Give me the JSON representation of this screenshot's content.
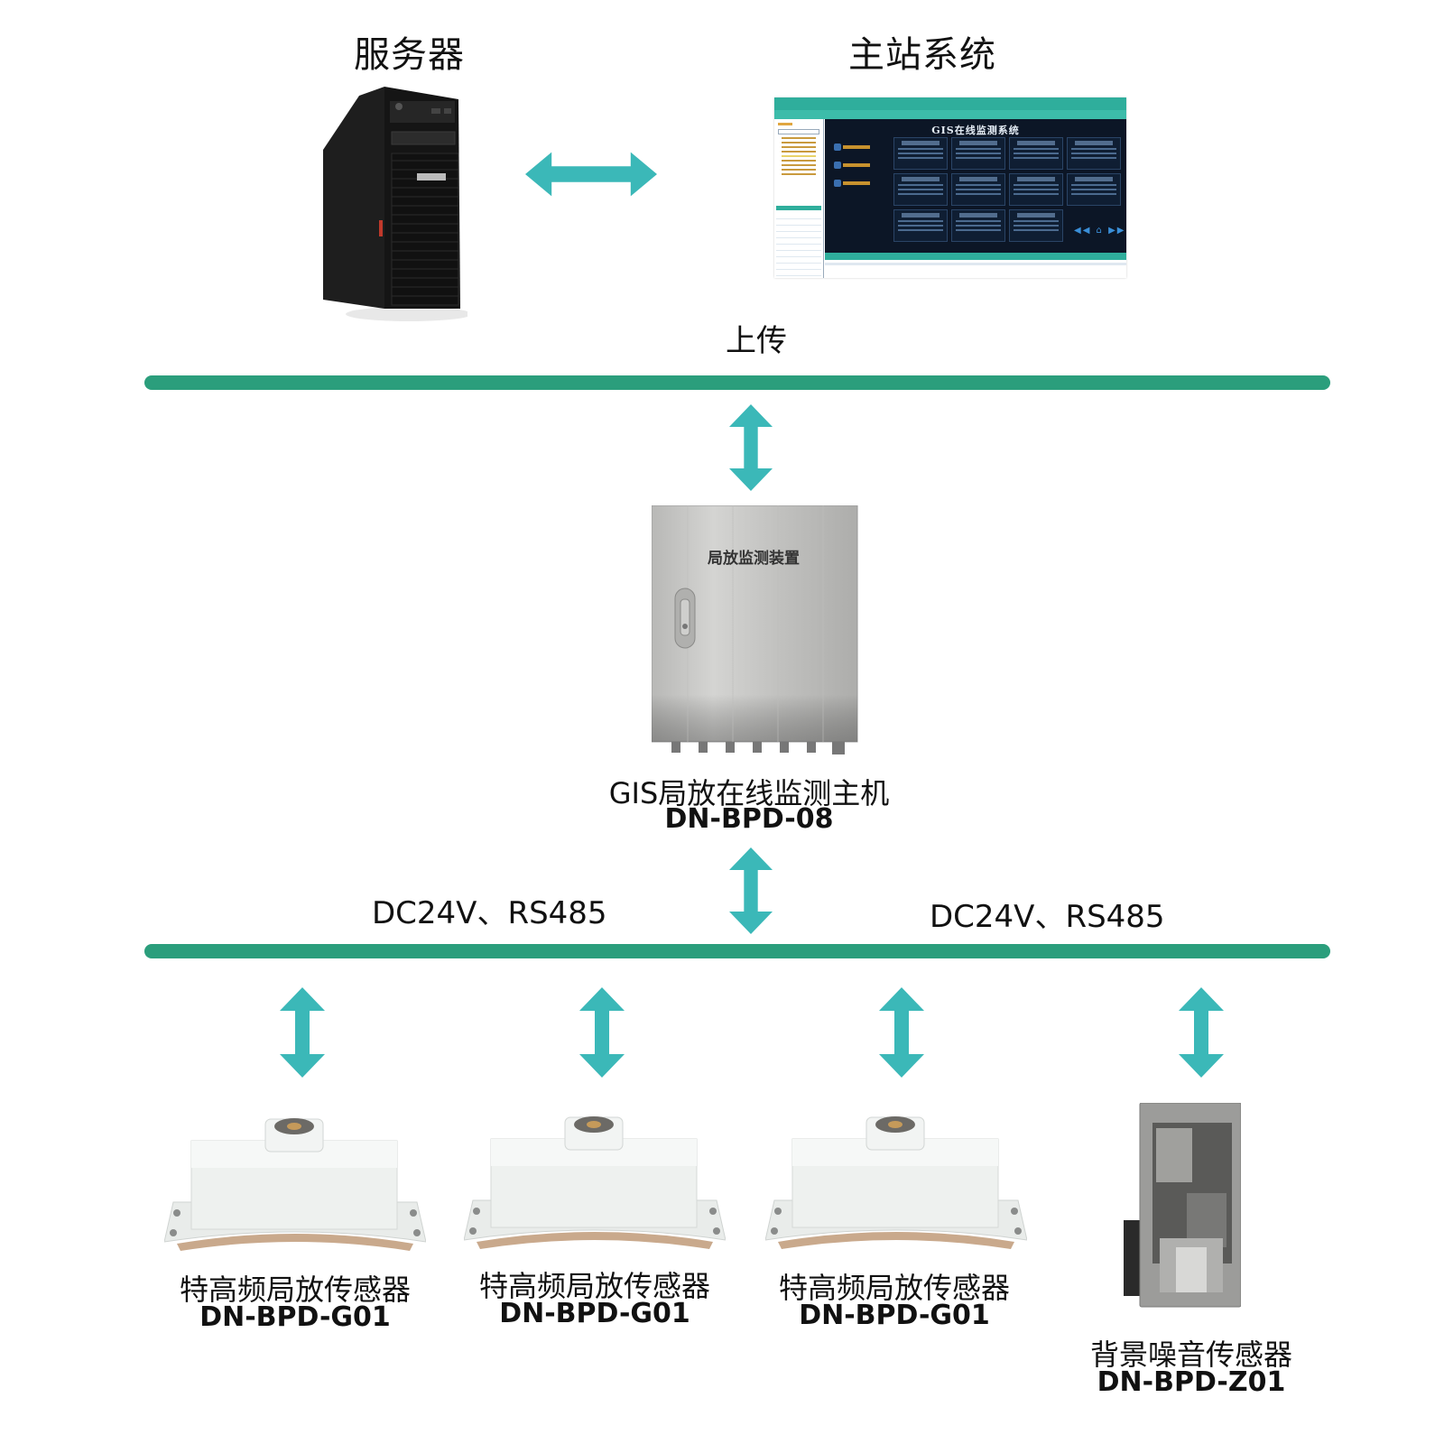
{
  "colors": {
    "bus": "#2b9e7c",
    "arrow": "#3bb8b8",
    "text": "#111111"
  },
  "top": {
    "server_label": "服务器",
    "master_label": "主站系统",
    "link_arrow_icon": "double-arrow-horizontal"
  },
  "master_screen": {
    "main_title": "GIS在线监测系统"
  },
  "upload_label": "上传",
  "host": {
    "plate_text": "局放监测装置",
    "name": "GIS局放在线监测主机",
    "model": "DN-BPD-08"
  },
  "field_bus": {
    "left_label": "DC24V、RS485",
    "right_label": "DC24V、RS485"
  },
  "sensors": [
    {
      "name": "特高频局放传感器",
      "model": "DN-BPD-G01"
    },
    {
      "name": "特高频局放传感器",
      "model": "DN-BPD-G01"
    },
    {
      "name": "特高频局放传感器",
      "model": "DN-BPD-G01"
    },
    {
      "name": "背景噪音传感器",
      "model": "DN-BPD-Z01"
    }
  ]
}
